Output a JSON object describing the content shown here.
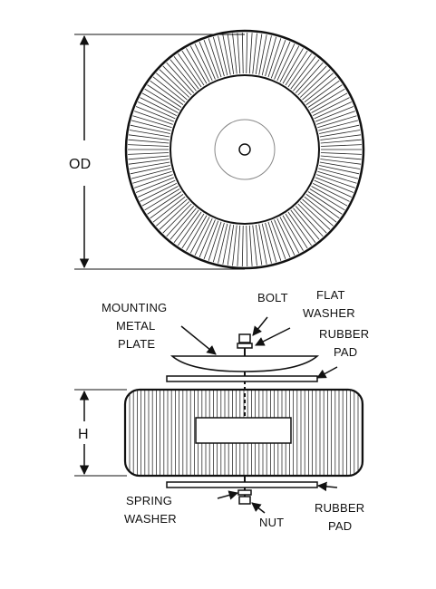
{
  "top_view": {
    "od_label": "OD"
  },
  "side_view": {
    "h_label": "H",
    "mounting_plate": [
      "MOUNTING",
      "METAL",
      "PLATE"
    ],
    "bolt": "BOLT",
    "flat_washer": [
      "FLAT",
      "WASHER"
    ],
    "rubber_pad_top": [
      "RUBBER",
      "PAD"
    ],
    "spring_washer": [
      "SPRING",
      "WASHER"
    ],
    "nut": "NUT",
    "rubber_pad_bottom": [
      "RUBBER",
      "PAD"
    ]
  },
  "colors": {
    "stroke": "#111111",
    "background": "#ffffff",
    "accent_gray": "#888888"
  }
}
